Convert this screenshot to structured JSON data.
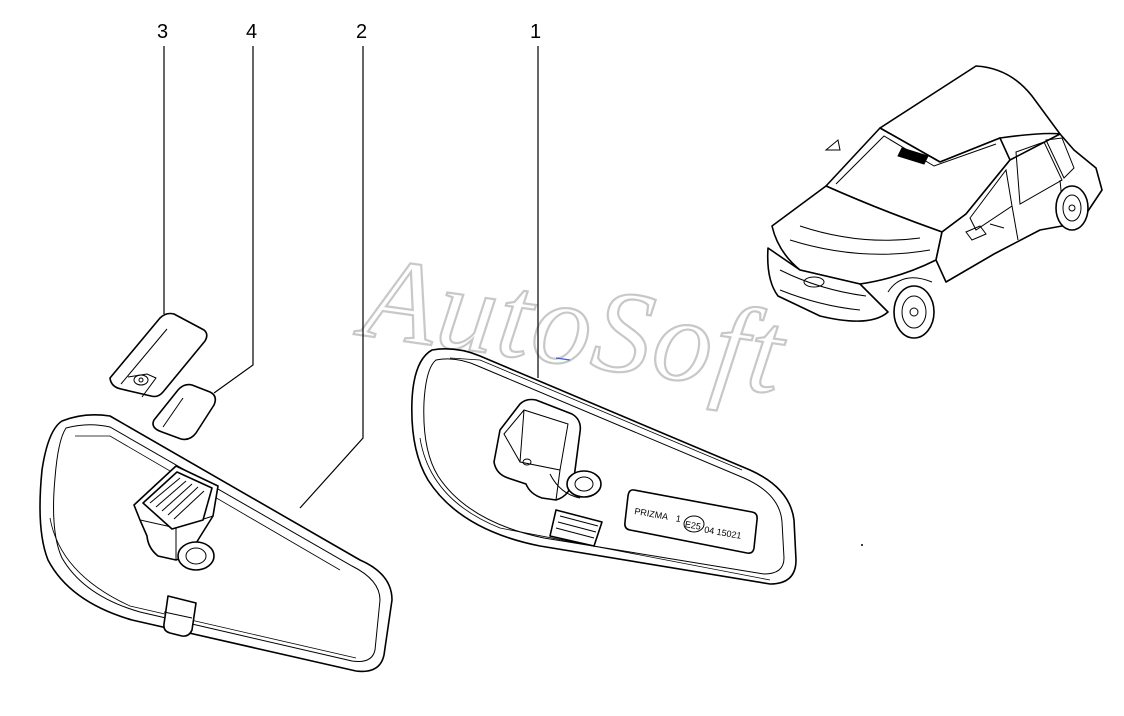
{
  "callouts": [
    {
      "id": "1",
      "label": "1"
    },
    {
      "id": "2",
      "label": "2"
    },
    {
      "id": "3",
      "label": "3"
    },
    {
      "id": "4",
      "label": "4"
    }
  ],
  "watermark": "AutoSoft",
  "mirror_label": {
    "line1": "PRIZMA",
    "mark1": "1",
    "approval": "E25",
    "code": "04 15021"
  },
  "colors": {
    "line": "#000000",
    "watermark_outline": "#c8c8c8",
    "background": "#ffffff"
  }
}
